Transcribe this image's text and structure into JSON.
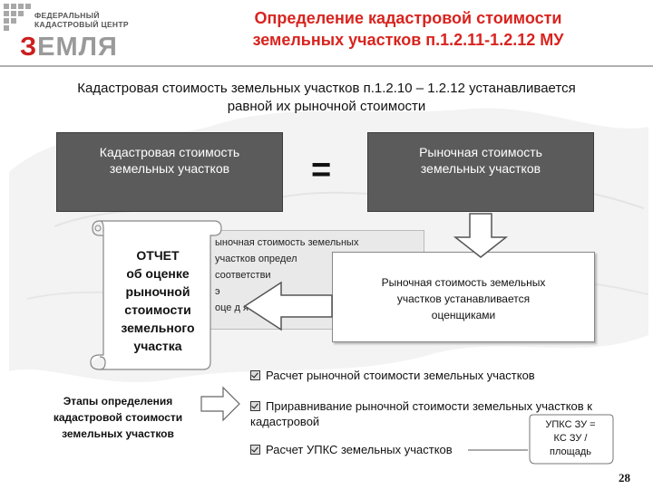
{
  "logo": {
    "small_text": "ФЕДЕРАЛЬНЫЙ\nКАДАСТРОВЫЙ ЦЕНТР",
    "first_letter": "З",
    "rest_letters": "ЕМЛЯ"
  },
  "title": "Определение кадастровой стоимости\nземельных участков п.1.2.11-1.2.12 МУ",
  "intro": "Кадастровая стоимость земельных участков п.1.2.10 – 1.2.12 устанавливается\nравной их рыночной стоимости",
  "left_box": "Кадастровая стоимость\nземельных участков",
  "equals": "=",
  "right_box": "Рыночная стоимость\nземельных участков",
  "middle_text": "ыночная стоимость земельных\n   участков определ\n            соответстви\n  э\n  оце         д ятельности",
  "scroll_text": "ОТЧЕТ\nоб оценке\nрыночной\nстоимости\nземельного\nучастка",
  "white_box": "Рыночная стоимость земельных\nучастков устанавливается\nоценщиками",
  "stages": "Этапы определения\nкадастровой стоимости\nземельных участков",
  "bullets": [
    "Расчет рыночной стоимости земельных участков",
    "Приравнивание рыночной стоимости земельных участков к\nкадастровой",
    "Расчет УПКС земельных участков"
  ],
  "formula": "УПКС ЗУ =\nКС ЗУ /\nплощадь",
  "page_number": "28"
}
